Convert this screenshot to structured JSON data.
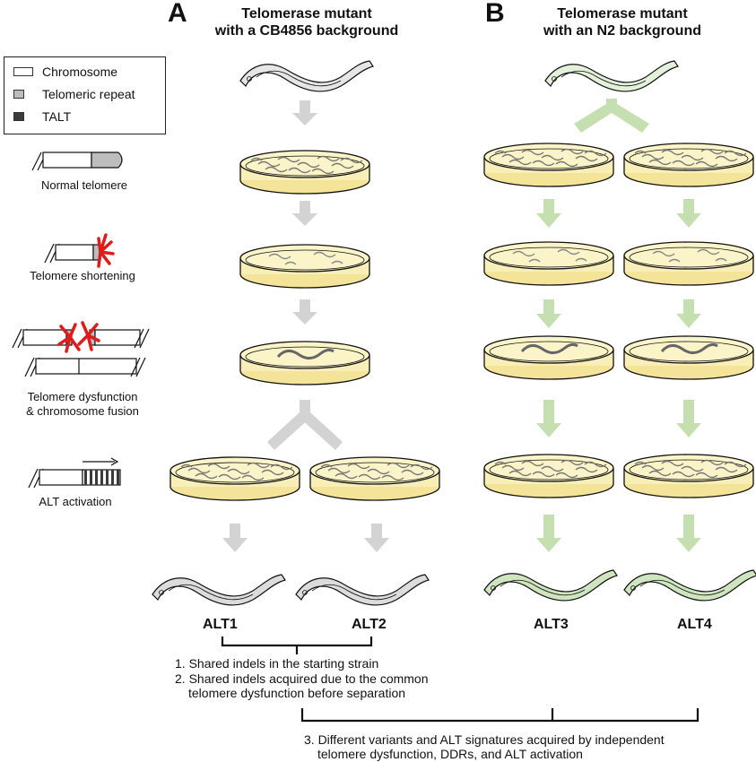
{
  "panels": {
    "a": {
      "letter": "A",
      "title_line1": "Telomerase mutant",
      "title_line2": "with a CB4856 background"
    },
    "b": {
      "letter": "B",
      "title_line1": "Telomerase mutant",
      "title_line2": "with an N2 background"
    }
  },
  "legend": {
    "items": [
      {
        "label": "Chromosome",
        "color": "#ffffff"
      },
      {
        "label": "Telomeric repeat",
        "color": "#bdbdbd"
      },
      {
        "label": "TALT",
        "color": "#3a3a3a"
      }
    ]
  },
  "stages": [
    {
      "label": "Normal telomere"
    },
    {
      "label": "Telomere shortening"
    },
    {
      "label_line1": "Telomere dysfunction",
      "label_line2": "& chromosome fusion"
    },
    {
      "label": "ALT activation"
    }
  ],
  "alt_labels": [
    "ALT1",
    "ALT2",
    "ALT3",
    "ALT4"
  ],
  "notes": {
    "shared_1": "1. Shared indels in the starting strain",
    "shared_2_line1": "2. Shared indels acquired due to the common",
    "shared_2_line2": "telomere dysfunction before separation",
    "diff_line1": "3. Different variants and ALT signatures acquired by independent",
    "diff_line2": "telomere dysfunction, DDRs, and ALT activation"
  },
  "colors": {
    "panel_a_arrow": "#d3d3d3",
    "panel_b_arrow": "#c6dfb0",
    "dish_fill": "#f8efb8",
    "worm_a_fill": "#c9c9c9",
    "worm_b_fill": "#cfe5c0",
    "fusion_red": "#e01b1b"
  }
}
